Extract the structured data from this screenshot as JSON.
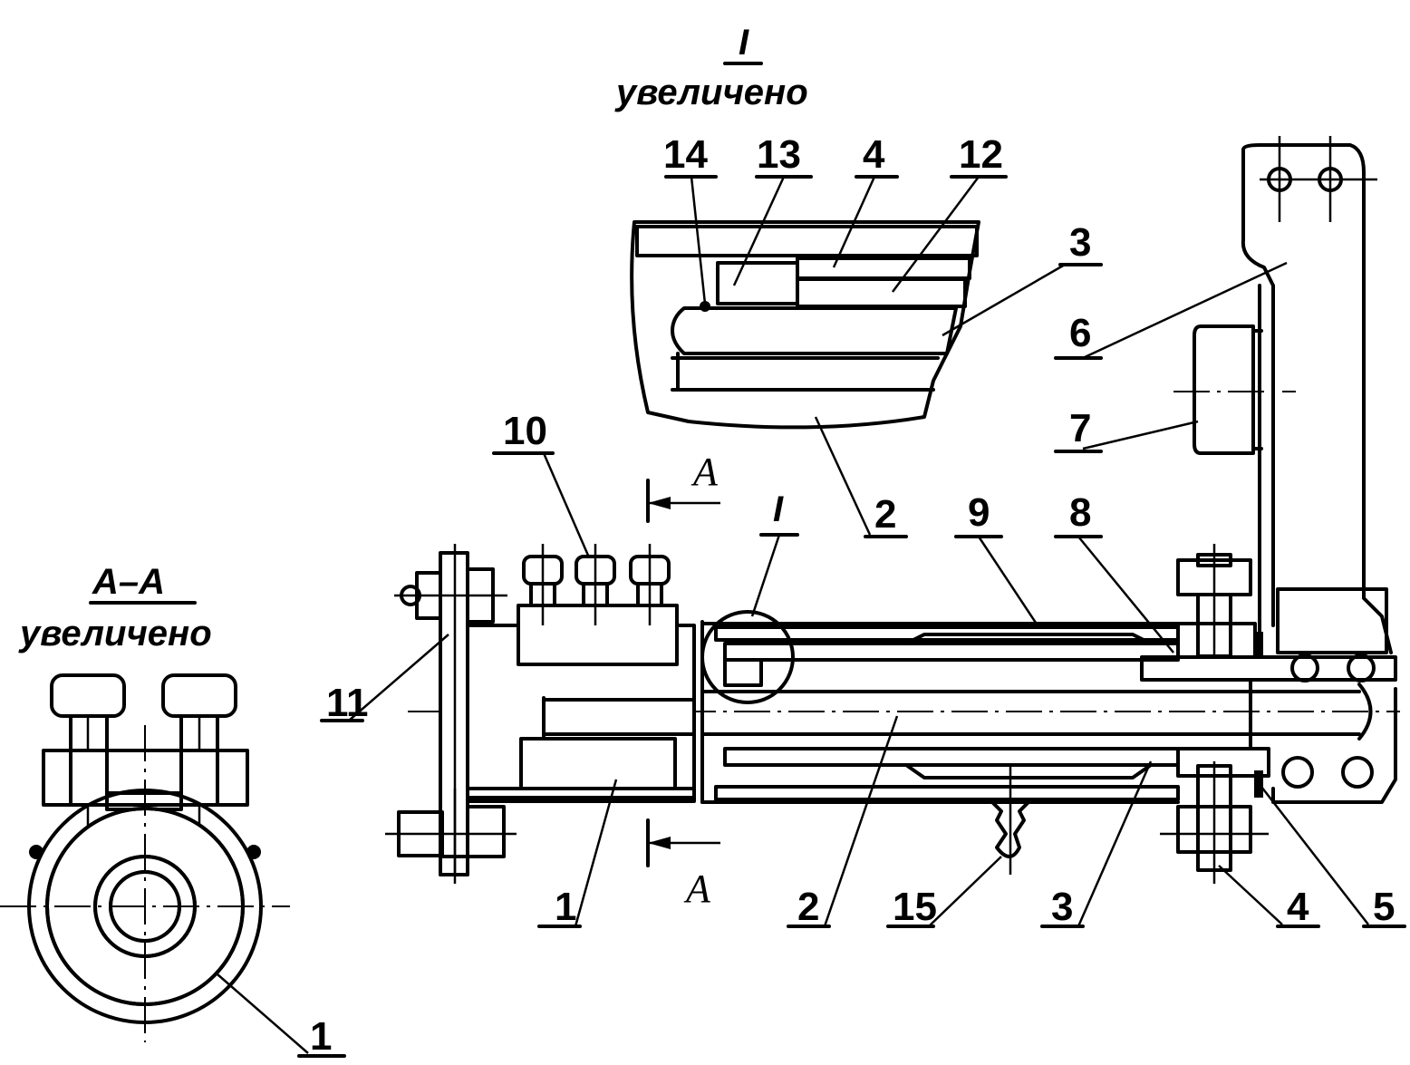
{
  "captions": {
    "detail_numeral": "I",
    "detail_enlarged": "увеличено",
    "section_name": "A–A",
    "section_enlarged": "увеличено",
    "cut_mark_top": "A",
    "cut_mark_bottom": "A",
    "detail_ref": "I"
  },
  "callouts": {
    "c1_section": "1",
    "c1": "1",
    "c2": "2",
    "c2_detail": "2",
    "c3": "3",
    "c3_detail": "3",
    "c4": "4",
    "c4_detail": "4",
    "c5": "5",
    "c6": "6",
    "c7": "7",
    "c8": "8",
    "c9": "9",
    "c10": "10",
    "c11": "11",
    "c12": "12",
    "c13": "13",
    "c14": "14",
    "c15": "15"
  }
}
